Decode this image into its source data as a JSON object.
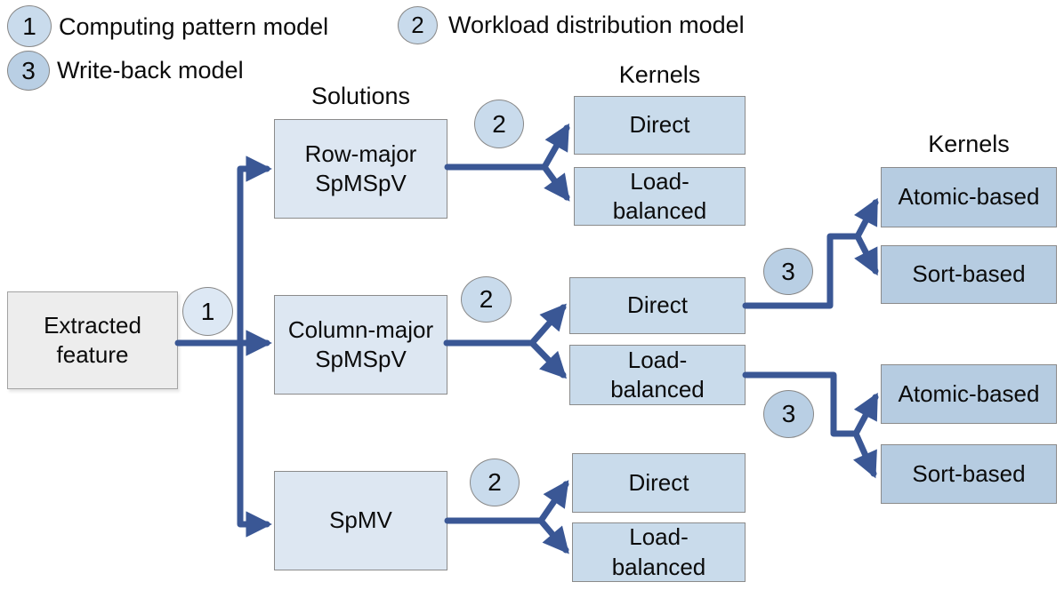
{
  "colors": {
    "background": "#ffffff",
    "text": "#0b0b0b",
    "arrow": "#3a5795",
    "feature_fill": "#ededed",
    "feature_border": "#a3a3a3",
    "solution_fill": "#dde7f2",
    "kernel_fill": "#c9dbeb",
    "writeback_fill": "#b6cce1",
    "box_border": "#8b8b8b",
    "circle_fill": "#c9dbec",
    "circle_fill_light": "#dde8f4",
    "circle_fill_dark": "#b9cfe4",
    "circle_border": "#888888"
  },
  "legend": [
    {
      "number": "1",
      "label": "Computing pattern model"
    },
    {
      "number": "2",
      "label": "Workload distribution model"
    },
    {
      "number": "3",
      "label": "Write-back model"
    }
  ],
  "headers": {
    "solutions": "Solutions",
    "kernels_top": "Kernels",
    "kernels_right": "Kernels"
  },
  "nodes": {
    "feature": "Extracted\nfeature",
    "solutions": [
      "Row-major\nSpMSpV",
      "Column-major\nSpMSpV",
      "SpMV"
    ],
    "kernels_row_major": [
      "Direct",
      "Load-\nbalanced"
    ],
    "kernels_column_major": [
      "Direct",
      "Load-\nbalanced"
    ],
    "kernels_spmv": [
      "Direct",
      "Load-\nbalanced"
    ],
    "writeback_from_direct": [
      "Atomic-based",
      "Sort-based"
    ],
    "writeback_from_load_balanced": [
      "Atomic-based",
      "Sort-based"
    ]
  },
  "markers": {
    "computing_pattern": "1",
    "workload_row_major": "2",
    "workload_column_major": "2",
    "workload_spmv": "2",
    "writeback_direct": "3",
    "writeback_load_balanced": "3"
  }
}
